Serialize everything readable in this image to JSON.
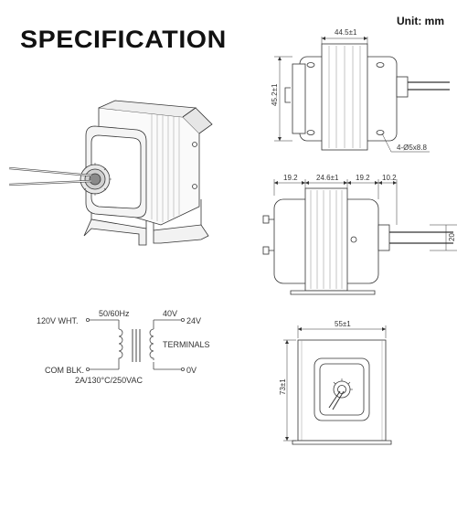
{
  "header": {
    "title": "SPECIFICATION",
    "unit": "Unit: mm"
  },
  "top_view": {
    "width_dim": "44.5±1",
    "height_dim": "45.2±1",
    "hole_label": "4-Ø5x8.8"
  },
  "side_view": {
    "dim_a": "19.2",
    "dim_b": "24.6±1",
    "dim_c": "19.2",
    "dim_d": "10.2",
    "dim_height": "20"
  },
  "front_view": {
    "width_dim": "55±1",
    "height_dim": "73±1"
  },
  "schematic": {
    "primary_voltage": "120V WHT.",
    "frequency": "50/60Hz",
    "secondary_rating": "40V",
    "secondary_voltage": "24V",
    "terminals": "TERMINALS",
    "common": "COM BLK.",
    "rating": "2A/130°C/250VAC",
    "zero": "0V"
  }
}
